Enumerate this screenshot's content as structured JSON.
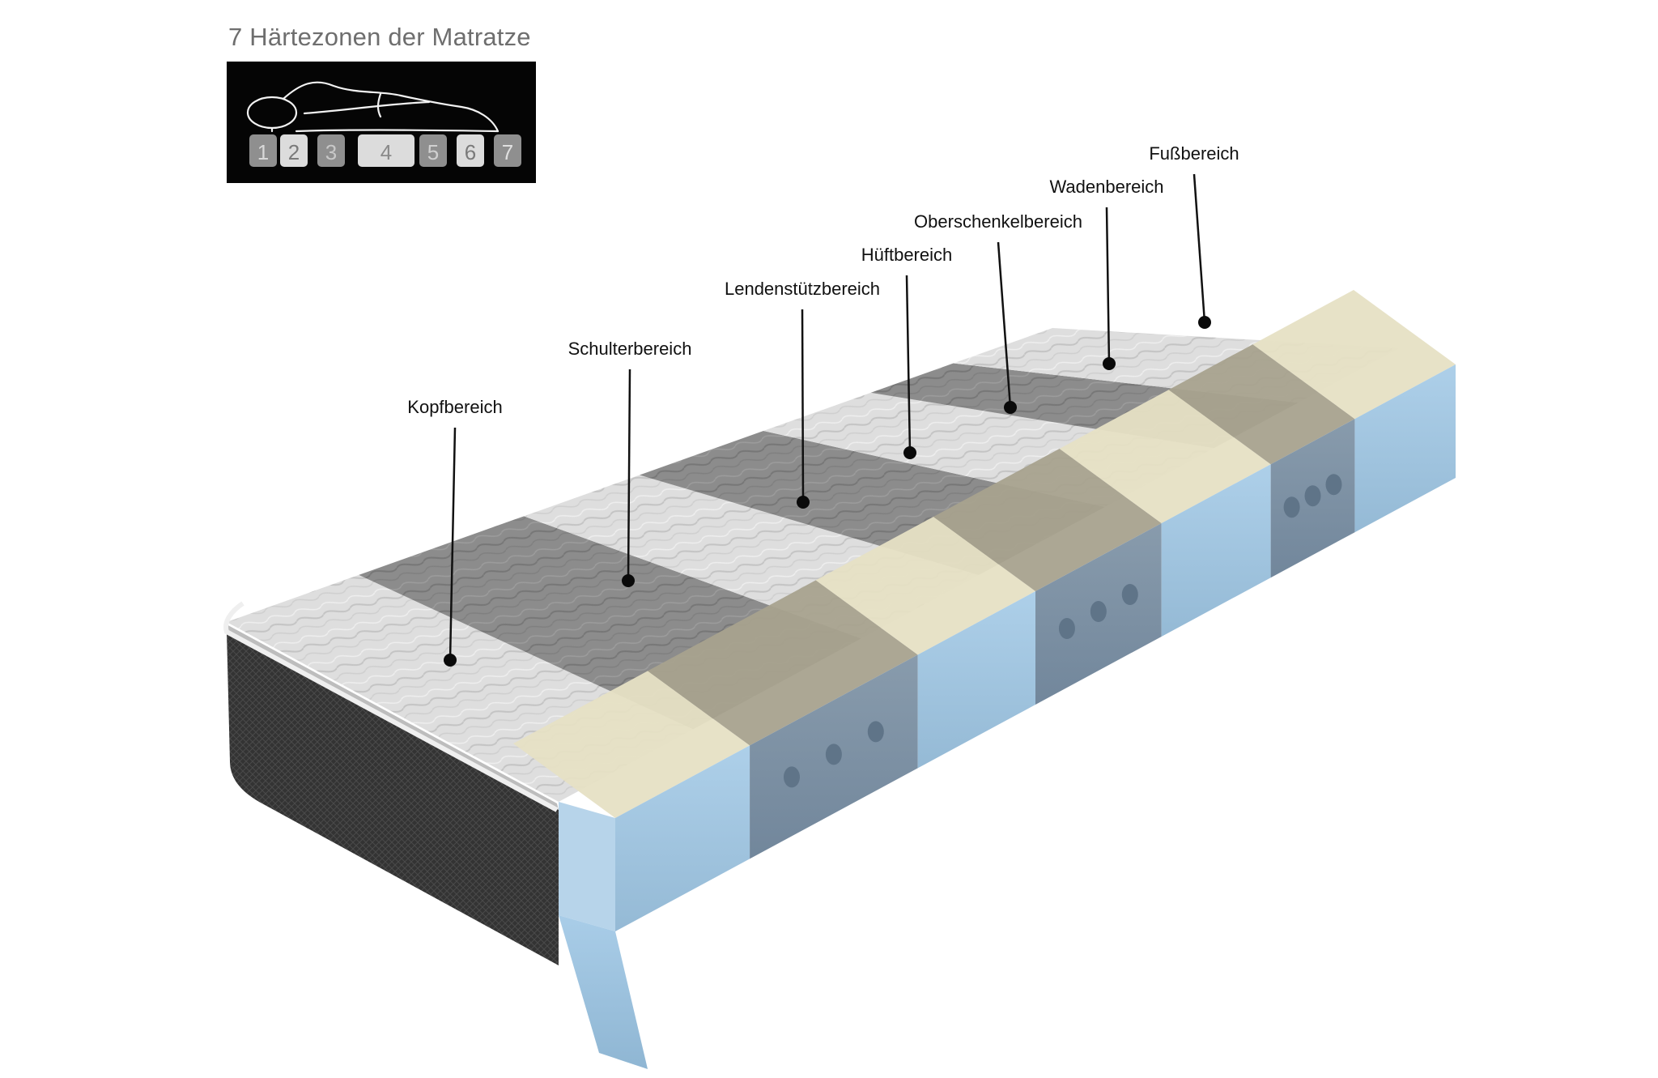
{
  "title": "7 Härtezonen der Matratze",
  "legend": {
    "zones": [
      {
        "number": "1",
        "color": "#8f8f8f",
        "text_color": "#d8d8d8"
      },
      {
        "number": "2",
        "color": "#dcdcdc",
        "text_color": "#7a7a7a"
      },
      {
        "number": "3",
        "color": "#8f8f8f",
        "text_color": "#c8c8c8"
      },
      {
        "number": "4",
        "color": "#dcdcdc",
        "text_color": "#8a8a8a"
      },
      {
        "number": "5",
        "color": "#8f8f8f",
        "text_color": "#d0d0d0"
      },
      {
        "number": "6",
        "color": "#dcdcdc",
        "text_color": "#7a7a7a"
      },
      {
        "number": "7",
        "color": "#8f8f8f",
        "text_color": "#e0e0e0"
      }
    ]
  },
  "zones": [
    {
      "label": "Kopfbereich",
      "surface": "light"
    },
    {
      "label": "Schulterbereich",
      "surface": "dark"
    },
    {
      "label": "Lendenstützbereich",
      "surface": "light"
    },
    {
      "label": "Hüftbereich",
      "surface": "dark"
    },
    {
      "label": "Oberschenkelbereich",
      "surface": "light"
    },
    {
      "label": "Wadenbereich",
      "surface": "dark"
    },
    {
      "label": "Fußbereich",
      "surface": "light"
    }
  ],
  "colors": {
    "cover_light": "#dcdcdc",
    "cover_dark": "#8a8a8a",
    "side_fabric": "#3a3a3a",
    "foam_cream": "#e6e0c4",
    "foam_taupe": "#a8a28e",
    "foam_blue": "#9ec4e0",
    "foam_blue_dark": "#7c92a6"
  }
}
